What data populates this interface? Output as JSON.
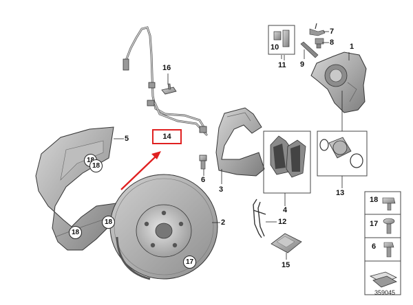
{
  "callouts": {
    "c1": "1",
    "c2": "2",
    "c3": "3",
    "c4": "4",
    "c5": "5",
    "c6": "6",
    "c7": "7",
    "c8": "8",
    "c9": "9",
    "c10": "10",
    "c11": "11",
    "c12": "12",
    "c13": "13",
    "c14": "14",
    "c15": "15",
    "c16": "16"
  },
  "circled_refs": {
    "shield_a": "18",
    "shield_b": "18",
    "shield_c": "18",
    "shield_d": "18",
    "disc": "17"
  },
  "legend": {
    "row1": "18",
    "row2": "17",
    "row3": "6"
  },
  "document_number": "359045",
  "colors": {
    "highlight": "#e02020",
    "parts": "#a9a9a9",
    "outline": "#333333"
  }
}
